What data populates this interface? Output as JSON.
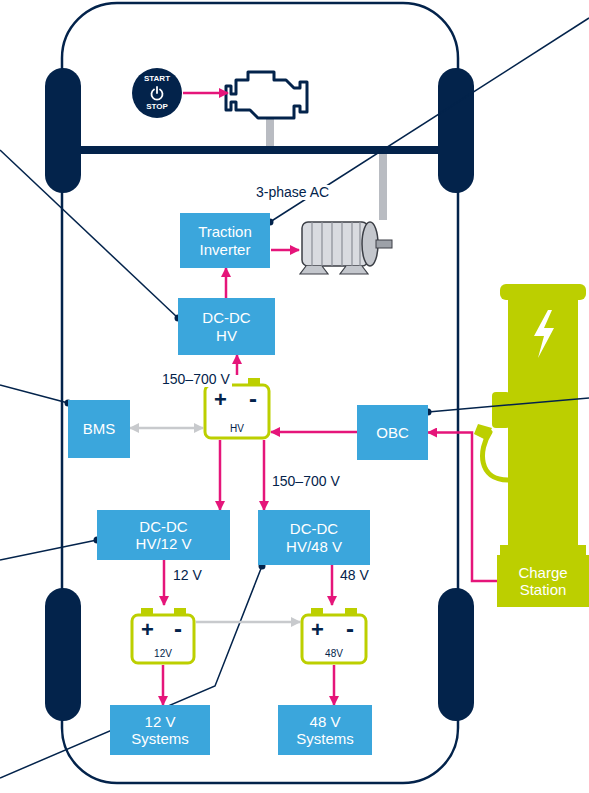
{
  "diagram": {
    "nodes": [
      {
        "text": [
          "START",
          "STOP"
        ]
      },
      {
        "text": [
          "Traction Inverter"
        ]
      },
      {
        "text": [
          "DC-DC HV"
        ]
      },
      {
        "text": [
          "BMS"
        ]
      },
      {
        "text": [
          "+",
          "-",
          "HV"
        ]
      },
      {
        "text": [
          "OBC"
        ]
      },
      {
        "text": [
          "Charge Station"
        ]
      },
      {
        "text": [
          "DC-DC HV/12 V"
        ]
      },
      {
        "text": [
          "DC-DC HV/48 V"
        ]
      },
      {
        "text": [
          "+",
          "-",
          "12V"
        ]
      },
      {
        "text": [
          "+",
          "-",
          "48V"
        ]
      },
      {
        "text": [
          "12 V Systems"
        ]
      },
      {
        "text": [
          "48 V Systems"
        ]
      }
    ],
    "edges": [
      {
        "from": 2,
        "to": 1,
        "arrow": "to"
      },
      {
        "from": 4,
        "to": 2,
        "arrow": "to",
        "label": "150–700 V"
      },
      {
        "from": 3,
        "to": 4,
        "arrow": "both"
      },
      {
        "from": 5,
        "to": 4,
        "arrow": "to"
      },
      {
        "from": 6,
        "to": 5,
        "arrow": "to"
      },
      {
        "from": 4,
        "to": 7,
        "arrow": "to"
      },
      {
        "from": 4,
        "to": 8,
        "arrow": "to",
        "label": "150–700 V"
      },
      {
        "from": 7,
        "to": 9,
        "arrow": "to",
        "label": "12 V"
      },
      {
        "from": 8,
        "to": 10,
        "arrow": "to",
        "label": "48 V"
      },
      {
        "from": 9,
        "to": 10,
        "arrow": "to"
      },
      {
        "from": 9,
        "to": 11,
        "arrow": "to"
      },
      {
        "from": 10,
        "to": 12,
        "arrow": "to"
      }
    ],
    "labels": [
      "3-phase AC"
    ]
  }
}
